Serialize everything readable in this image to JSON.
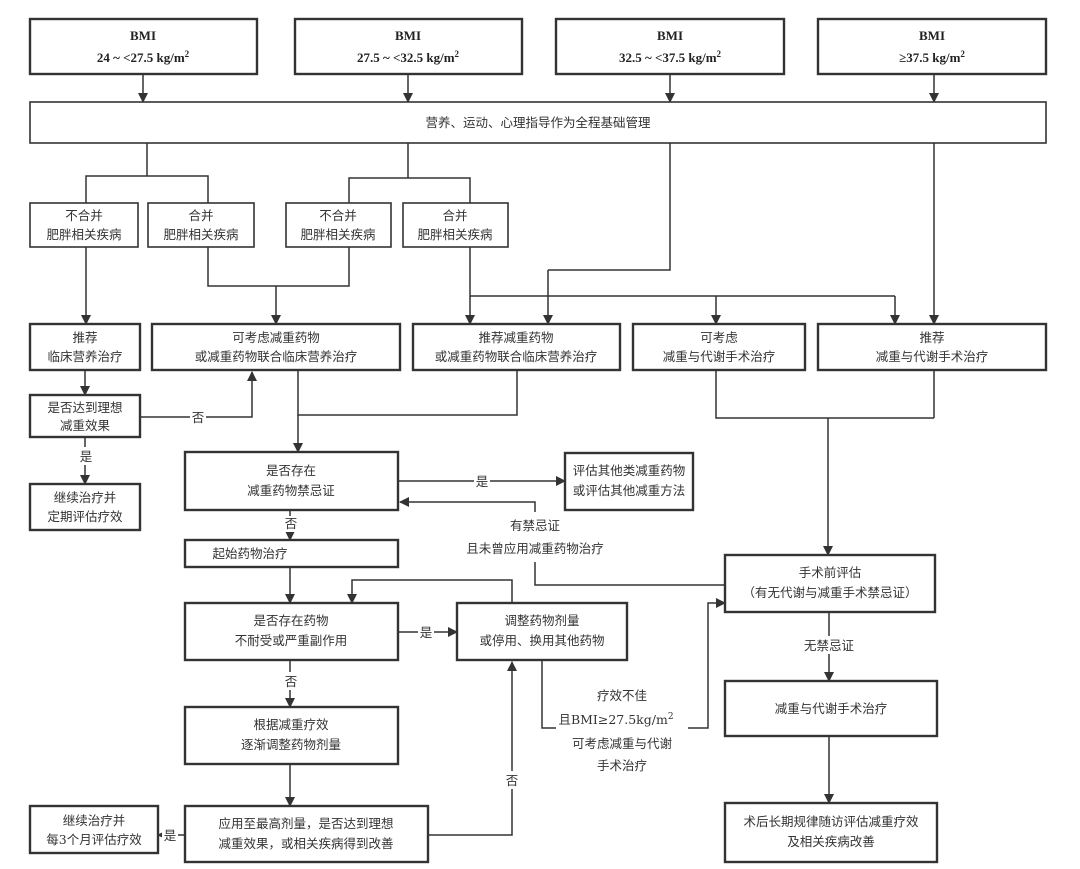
{
  "bmi_boxes": [
    {
      "title": "BMI",
      "range": "24 ~ <27.5 kg/m",
      "sup": "2"
    },
    {
      "title": "BMI",
      "range": "27.5 ~ <32.5 kg/m",
      "sup": "2"
    },
    {
      "title": "BMI",
      "range": "32.5 ~ <37.5 kg/m",
      "sup": "2"
    },
    {
      "title": "BMI",
      "range": "≥37.5 kg/m",
      "sup": "2"
    }
  ],
  "foundation": "营养、运动、心理指导作为全程基础管理",
  "comorbidity": {
    "no_1": [
      "不合并",
      "肥胖相关疾病"
    ],
    "yes_1": [
      "合并",
      "肥胖相关疾病"
    ],
    "no_2": [
      "不合并",
      "肥胖相关疾病"
    ],
    "yes_2": [
      "合并",
      "肥胖相关疾病"
    ]
  },
  "recommend": {
    "nutrition": [
      "推荐",
      "临床营养治疗"
    ],
    "consider_drug": [
      "可考虑减重药物",
      "或减重药物联合临床营养治疗"
    ],
    "recommend_drug": [
      "推荐减重药物",
      "或减重药物联合临床营养治疗"
    ],
    "consider_surgery": [
      "可考虑",
      "减重与代谢手术治疗"
    ],
    "recommend_surgery": [
      "推荐",
      "减重与代谢手术治疗"
    ]
  },
  "left": {
    "reach_goal": [
      "是否达到理想",
      "减重效果"
    ],
    "continue": [
      "继续治疗并",
      "定期评估疗效"
    ],
    "continue_3m": [
      "继续治疗并",
      "每3个月评估疗效"
    ]
  },
  "drug": {
    "contraindication": [
      "是否存在",
      "减重药物禁忌证"
    ],
    "evaluate_other": [
      "评估其他类减重药物",
      "或评估其他减重方法"
    ],
    "start": "起始药物治疗",
    "intolerance": [
      "是否存在药物",
      "不耐受或严重副作用"
    ],
    "adjust": [
      "调整药物剂量",
      "或停用、换用其他药物"
    ],
    "titrate": [
      "根据减重疗效",
      "逐渐调整药物剂量"
    ],
    "max_dose": [
      "应用至最高剂量，是否达到理想",
      "减重效果，或相关疾病得到改善"
    ]
  },
  "surgery": {
    "pre_eval": [
      "手术前评估",
      "（有无代谢与减重手术禁忌证）"
    ],
    "treatment": "减重与代谢手术治疗",
    "followup": [
      "术后长期规律随访评估减重疗效",
      "及相关疾病改善"
    ]
  },
  "labels": {
    "yes": "是",
    "no": "否",
    "contra_no_drug": [
      "有禁忌证",
      "且未曾应用减重药物治疗"
    ],
    "no_contra": "无禁忌证",
    "poor_effect": [
      "疗效不佳",
      "且BMI≥27.5kg/m",
      "2",
      "可考虑减重与代谢",
      "手术治疗"
    ]
  }
}
